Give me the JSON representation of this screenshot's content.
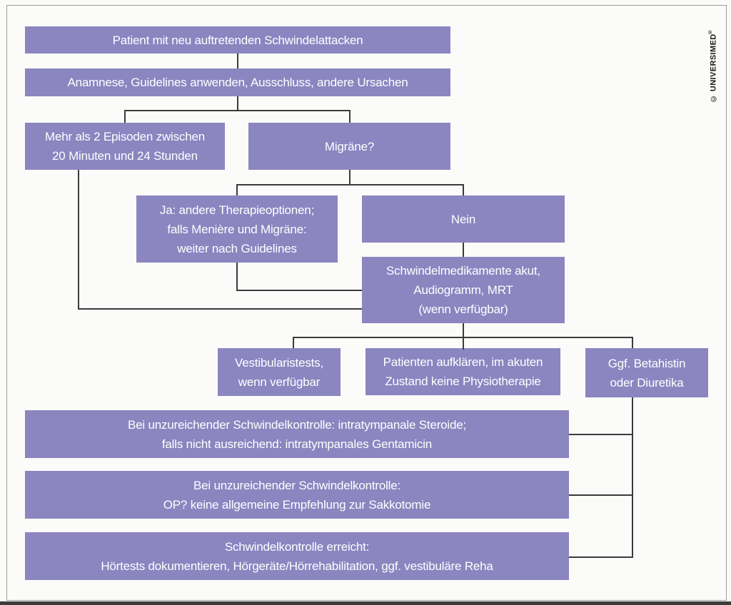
{
  "colors": {
    "node-bg": "#8b85c0",
    "node-text": "#ffffff",
    "line": "#3b3b3b",
    "frame": "#9b9b9b",
    "background": "#fbfbf9",
    "bottom-bar": "#3c3c3c",
    "watermark-text": "#1a1a1a"
  },
  "watermark": {
    "text": "© UNIVERSIMED",
    "registered": "®"
  },
  "diagram": {
    "type": "flowchart",
    "language": "de",
    "nodes": [
      {
        "id": "patient",
        "label": "Patient mit neu auftretenden Schwindelattacken"
      },
      {
        "id": "anamnese",
        "label": "Anamnese, Guidelines anwenden, Ausschluss, andere Ursachen"
      },
      {
        "id": "episoden",
        "label": "Mehr als 2 Episoden zwischen\n20 Minuten und 24 Stunden"
      },
      {
        "id": "migraene",
        "label": "Migräne?"
      },
      {
        "id": "ja-optionen",
        "label": "Ja: andere Therapieoptionen;\nfalls Menière und Migräne:\nweiter nach Guidelines"
      },
      {
        "id": "nein",
        "label": "Nein"
      },
      {
        "id": "akutdiagnostik",
        "label": "Schwindelmedikamente akut,\nAudiogramm, MRT\n(wenn verfügbar)"
      },
      {
        "id": "vestibularistests",
        "label": "Vestibularistests,\nwenn verfügbar"
      },
      {
        "id": "aufklaerung",
        "label": "Patienten aufklären, im akuten\nZustand keine Physiotherapie"
      },
      {
        "id": "betahistin",
        "label": "Ggf. Betahistin\noder Diuretika"
      },
      {
        "id": "steroide",
        "label": "Bei unzureichender Schwindelkontrolle: intratympanale Steroide;\nfalls nicht ausreichend: intratympanales Gentamicin"
      },
      {
        "id": "op",
        "label": "Bei unzureichender Schwindelkontrolle:\nOP? keine allgemeine Empfehlung zur Sakkotomie"
      },
      {
        "id": "kontrolle",
        "label": "Schwindelkontrolle erreicht:\nHörtests dokumentieren, Hörgeräte/Hörrehabilitation, ggf. vestibuläre Reha"
      }
    ]
  }
}
